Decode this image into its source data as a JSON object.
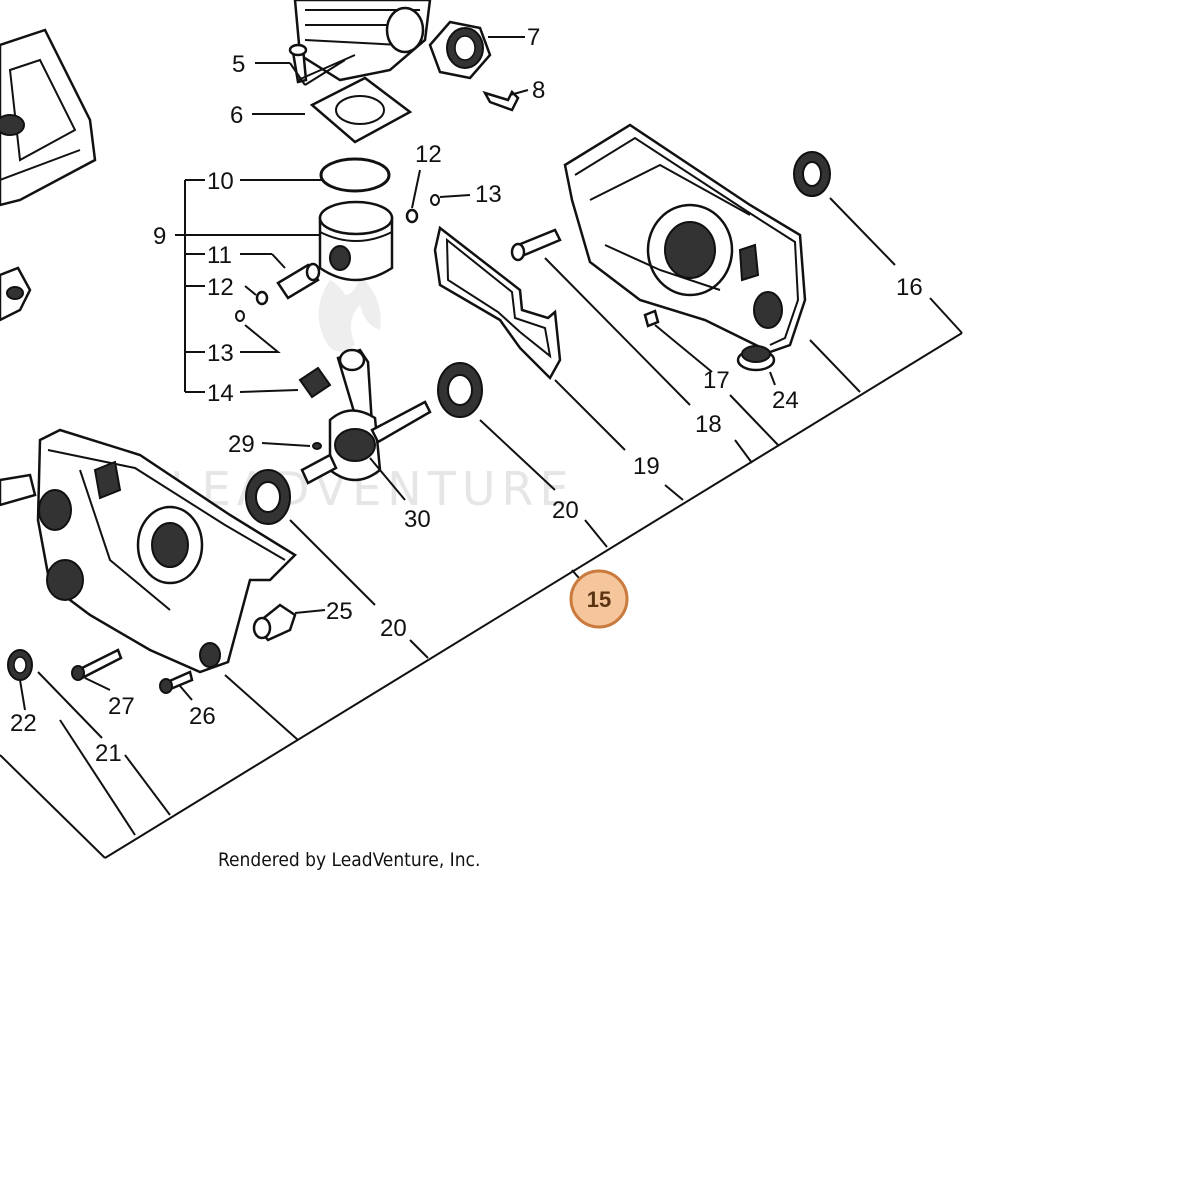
{
  "diagram": {
    "labels": {
      "p5": "5",
      "p6": "6",
      "p7": "7",
      "p8": "8",
      "p9": "9",
      "p10": "10",
      "p11": "11",
      "p12a": "12",
      "p12b": "12",
      "p13a": "13",
      "p13b": "13",
      "p14": "14",
      "p15": "15",
      "p16": "16",
      "p17": "17",
      "p18": "18",
      "p19": "19",
      "p20a": "20",
      "p20b": "20",
      "p21": "21",
      "p22": "22",
      "p24": "24",
      "p25": "25",
      "p26": "26",
      "p27": "27",
      "p29": "29",
      "p30": "30"
    },
    "watermark": "LEADVENTURE",
    "credit": "Rendered by LeadVenture, Inc.",
    "highlight_color": "#f5c59c"
  }
}
